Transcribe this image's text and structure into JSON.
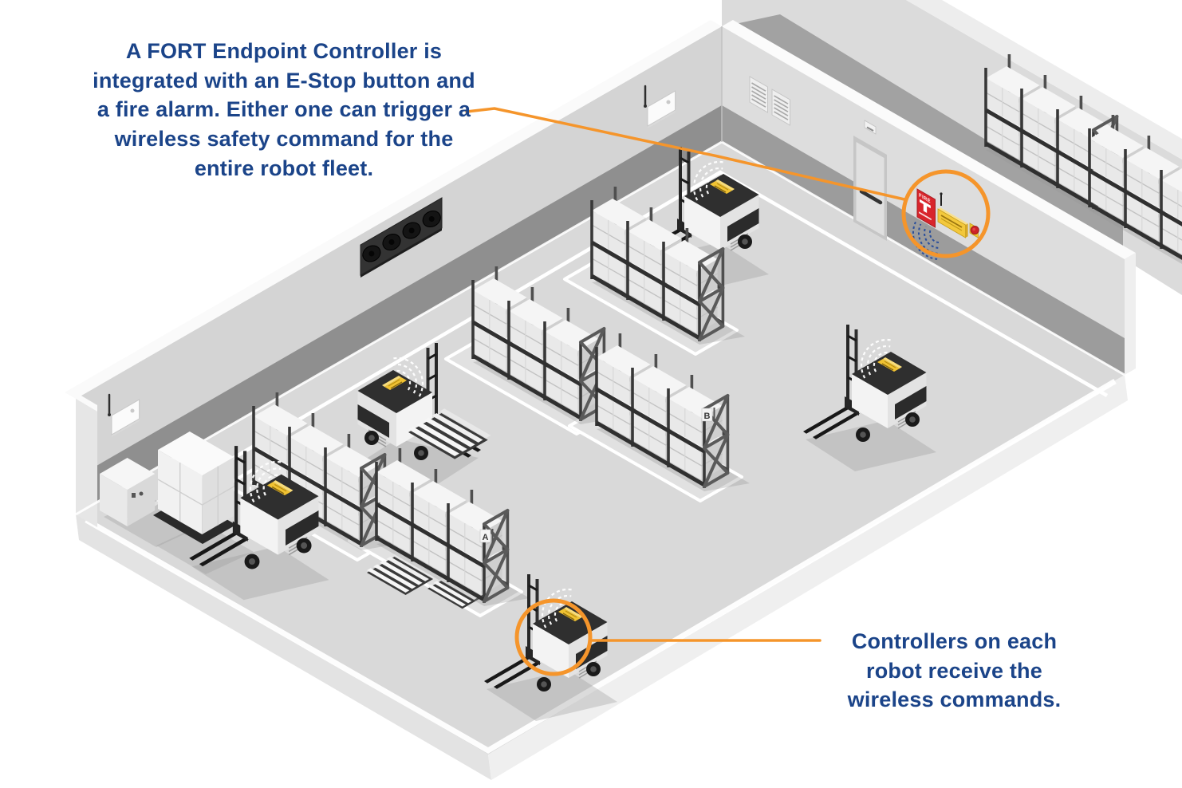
{
  "callouts": {
    "endpoint": {
      "text": "A FORT Endpoint Controller is\nintegrated with an E-Stop button and\na fire alarm. Either one can trigger a\nwireless safety command for the\nentire robot fleet."
    },
    "robot": {
      "text": "Controllers on each\nrobot receive the\nwireless commands."
    }
  },
  "scene": {
    "fire_alarm_label": "FIRE",
    "rack_labels": {
      "a": "A",
      "b": "B"
    }
  },
  "icons": {
    "fire-alarm-icon": "red pull-station box",
    "estop-button-icon": "red mushroom button on yellow plate",
    "endpoint-controller-icon": "yellow wireless controller with antenna",
    "wireless-signal-icon": "dashed concentric arcs",
    "forklift-robot-icon": "autonomous forklift AGV",
    "wifi-ap-icon": "wall access point with antenna",
    "fan-bank-icon": "dark panel with four fans",
    "vent-icon": "louvered wall grille",
    "door-icon": "warehouse door with push bar"
  },
  "colors": {
    "navy_text": "#1B4489",
    "orange_accent": "#F5952B",
    "fire_red": "#D8252C",
    "estop_red": "#CE2328",
    "controller_yellow": "#F3C83C",
    "signal_blue": "#2A4E9B",
    "floor_gray": "#D9D9D9",
    "wall_gray": "#D4D4D4",
    "wall_stripe_gray": "#8F8F8F"
  }
}
